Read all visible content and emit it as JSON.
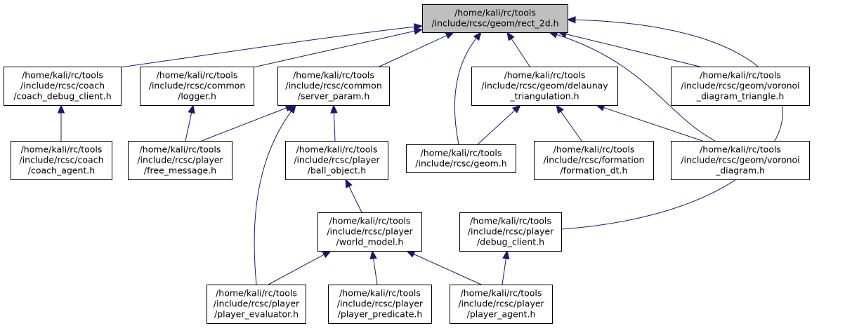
{
  "colors": {
    "edge": "#191970",
    "root_fill": "#bfbfbf",
    "node_fill": "#ffffff",
    "border": "#000000"
  },
  "nodes": [
    {
      "id": "rect_2d",
      "lines": [
        "/home/kali/rc/tools",
        "/include/rcsc/geom/rect_2d.h"
      ],
      "root": true
    },
    {
      "id": "coach_debug_client",
      "lines": [
        "/home/kali/rc/tools",
        "/include/rcsc/coach",
        "/coach_debug_client.h"
      ]
    },
    {
      "id": "logger",
      "lines": [
        "/home/kali/rc/tools",
        "/include/rcsc/common",
        "/logger.h"
      ]
    },
    {
      "id": "server_param",
      "lines": [
        "/home/kali/rc/tools",
        "/include/rcsc/common",
        "/server_param.h"
      ]
    },
    {
      "id": "delaunay_triangulation",
      "lines": [
        "/home/kali/rc/tools",
        "/include/rcsc/geom/delaunay",
        "_triangulation.h"
      ]
    },
    {
      "id": "voronoi_diagram_triangle",
      "lines": [
        "/home/kali/rc/tools",
        "/include/rcsc/geom/voronoi",
        "_diagram_triangle.h"
      ]
    },
    {
      "id": "coach_agent",
      "lines": [
        "/home/kali/rc/tools",
        "/include/rcsc/coach",
        "/coach_agent.h"
      ]
    },
    {
      "id": "free_message",
      "lines": [
        "/home/kali/rc/tools",
        "/include/rcsc/player",
        "/free_message.h"
      ]
    },
    {
      "id": "ball_object",
      "lines": [
        "/home/kali/rc/tools",
        "/include/rcsc/player",
        "/ball_object.h"
      ]
    },
    {
      "id": "geom",
      "lines": [
        "/home/kali/rc/tools",
        "/include/rcsc/geom.h"
      ]
    },
    {
      "id": "formation_dt",
      "lines": [
        "/home/kali/rc/tools",
        "/include/rcsc/formation",
        "/formation_dt.h"
      ]
    },
    {
      "id": "voronoi_diagram",
      "lines": [
        "/home/kali/rc/tools",
        "/include/rcsc/geom/voronoi",
        "_diagram.h"
      ]
    },
    {
      "id": "world_model",
      "lines": [
        "/home/kali/rc/tools",
        "/include/rcsc/player",
        "/world_model.h"
      ]
    },
    {
      "id": "debug_client",
      "lines": [
        "/home/kali/rc/tools",
        "/include/rcsc/player",
        "/debug_client.h"
      ]
    },
    {
      "id": "player_evaluator",
      "lines": [
        "/home/kali/rc/tools",
        "/include/rcsc/player",
        "/player_evaluator.h"
      ]
    },
    {
      "id": "player_predicate",
      "lines": [
        "/home/kali/rc/tools",
        "/include/rcsc/player",
        "/player_predicate.h"
      ]
    },
    {
      "id": "player_agent",
      "lines": [
        "/home/kali/rc/tools",
        "/include/rcsc/player",
        "/player_agent.h"
      ]
    }
  ],
  "edges": [
    {
      "from": "coach_debug_client",
      "to": "rect_2d"
    },
    {
      "from": "logger",
      "to": "rect_2d"
    },
    {
      "from": "server_param",
      "to": "rect_2d"
    },
    {
      "from": "geom",
      "to": "rect_2d"
    },
    {
      "from": "delaunay_triangulation",
      "to": "rect_2d"
    },
    {
      "from": "voronoi_diagram",
      "to": "rect_2d"
    },
    {
      "from": "voronoi_diagram_triangle",
      "to": "rect_2d"
    },
    {
      "from": "debug_client",
      "to": "rect_2d"
    },
    {
      "from": "coach_agent",
      "to": "coach_debug_client"
    },
    {
      "from": "free_message",
      "to": "logger"
    },
    {
      "from": "free_message",
      "to": "server_param"
    },
    {
      "from": "ball_object",
      "to": "server_param"
    },
    {
      "from": "player_evaluator",
      "to": "server_param"
    },
    {
      "from": "geom",
      "to": "delaunay_triangulation"
    },
    {
      "from": "formation_dt",
      "to": "delaunay_triangulation"
    },
    {
      "from": "voronoi_diagram",
      "to": "delaunay_triangulation"
    },
    {
      "from": "world_model",
      "to": "ball_object"
    },
    {
      "from": "player_evaluator",
      "to": "world_model"
    },
    {
      "from": "player_predicate",
      "to": "world_model"
    },
    {
      "from": "player_agent",
      "to": "world_model"
    },
    {
      "from": "player_agent",
      "to": "debug_client"
    }
  ]
}
